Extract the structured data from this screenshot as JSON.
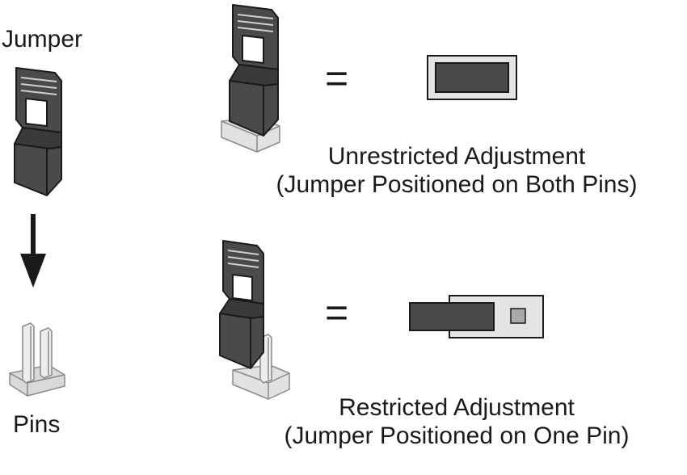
{
  "labels": {
    "jumper": "Jumper",
    "pins": "Pins",
    "equals": "="
  },
  "unrestricted": {
    "title": "Unrestricted Adjustment",
    "subtitle": "(Jumper Positioned on Both Pins)"
  },
  "restricted": {
    "title": "Restricted Adjustment",
    "subtitle": "(Jumper Positioned on One Pin)"
  },
  "colors": {
    "jumper_body": "#4a4a4a",
    "jumper_dark": "#2e2e2e",
    "outline": "#1a1a1a",
    "pin_light": "#e3e3e3",
    "pin_base": "#d6d6d6",
    "window": "#ffffff"
  },
  "icons": [
    "jumper-icon",
    "down-arrow-icon",
    "pins-icon",
    "jumper-on-both-pins-icon",
    "jumper-on-one-pin-icon",
    "closed-jumper-symbol-icon",
    "open-jumper-symbol-icon"
  ]
}
